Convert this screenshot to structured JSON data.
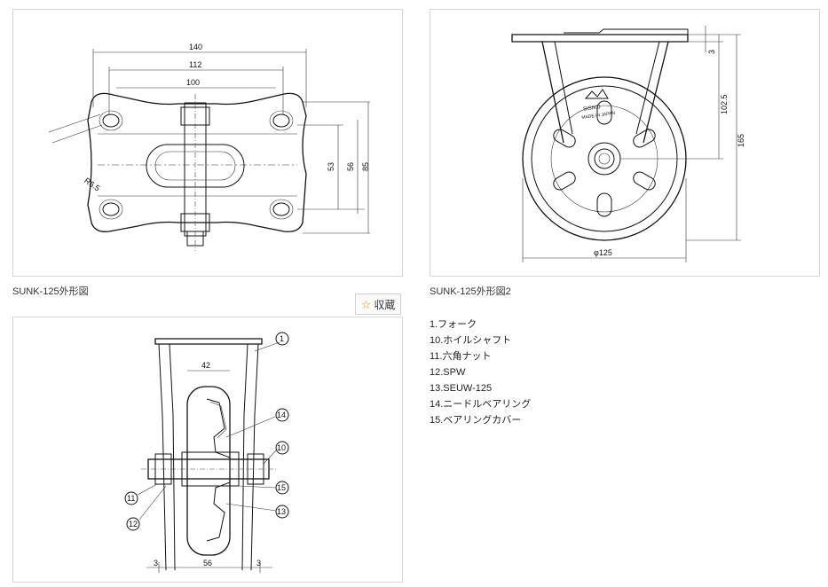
{
  "drawing1": {
    "caption": "SUNK-125外形図",
    "dims": {
      "d140": "140",
      "d112": "112",
      "d100": "100",
      "d53": "53",
      "d56": "56",
      "d85": "85",
      "r": "R6.5"
    }
  },
  "drawing2": {
    "caption": "SUNK-125外形図2",
    "dims": {
      "d3": "3",
      "d1025": "102.5",
      "d165": "165",
      "d125": "φ125"
    },
    "logo_text": {
      "brand": "SISIKU",
      "origin": "MADE IN JAPAN"
    }
  },
  "drawing3": {
    "dims": {
      "d42": "42",
      "d3a": "3",
      "d56": "56",
      "d3b": "3"
    },
    "balloons": [
      "1",
      "14",
      "10",
      "15",
      "13",
      "11",
      "12"
    ]
  },
  "favorite_button": {
    "label": "収蔵",
    "icon": "star-outline-icon"
  },
  "parts_list": [
    "1.フォーク",
    "10.ホイルシャフト",
    "11.六角ナット",
    "12.SPW",
    "13.SEUW-125",
    "14.ニードルベアリング",
    "15.ベアリングカバー"
  ]
}
